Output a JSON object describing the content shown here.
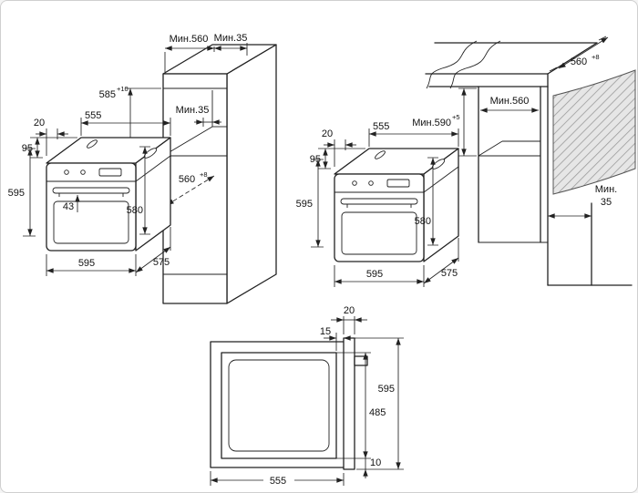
{
  "colors": {
    "line": "#222222",
    "hatch_fill": "#e6e6e6",
    "hatch_stroke": "#9b9b9b",
    "page_border": "#cfcfcf",
    "background": "#ffffff"
  },
  "tall_cabinet_diagram": {
    "min_depth_top": "Мин.560",
    "min_back_gap_top": "Мин.35",
    "niche_height": "585",
    "niche_height_tolerance": "+10",
    "min_inner_back_gap": "Мин.35",
    "niche_depth": "560",
    "niche_depth_tolerance": "+8"
  },
  "oven_front_left": {
    "frame_side_overhang": "20",
    "body_width": "555",
    "control_panel_height": "95",
    "overall_height": "595",
    "handle_offset": "43",
    "body_height": "580",
    "overall_width": "595",
    "body_depth": "575"
  },
  "worktop_diagram": {
    "min_niche_height": "Мин.590",
    "min_niche_height_tolerance": "+5",
    "min_niche_width": "Мин.560",
    "niche_depth": "560",
    "niche_depth_tolerance": "+8",
    "min_back_gap_word": "Мин.",
    "min_back_gap_value": "35"
  },
  "oven_front_right": {
    "frame_side_overhang": "20",
    "body_width": "555",
    "control_panel_height": "95",
    "overall_height": "595",
    "body_height": "580",
    "overall_width": "595",
    "body_depth": "575"
  },
  "section_diagram": {
    "door_thickness": "20",
    "top_clearance": "15",
    "door_height": "595",
    "inner_height": "485",
    "bottom_clearance": "10",
    "niche_depth": "555"
  }
}
